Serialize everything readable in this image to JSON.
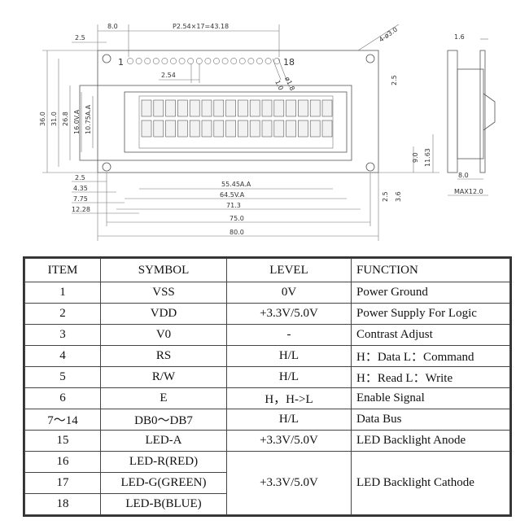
{
  "drawing": {
    "labels": {
      "d_8_0": "8.0",
      "pitch": "P2.54×17=43.18",
      "d_2_5_top": "2.5",
      "pin1": "1",
      "pin18": "18",
      "hole": "4-ø3.0",
      "d_2_54": "2.54",
      "d_1_0": "1.0",
      "d_1_8": "ø1.8",
      "d_2_5_right": "2.5",
      "d_36": "36.0",
      "d_31": "31.0",
      "d_26_8": "26.8",
      "d_16_va": "16.0V.A",
      "d_10_75": "10.75A.A",
      "d_9_0": "9.0",
      "d_11_63": "11.63",
      "b_2_5": "2.5",
      "b_4_35": "4.35",
      "b_7_75": "7.75",
      "b_12_28": "12.28",
      "b_55_45": "55.45A.A",
      "b_64_5": "64.5V.A",
      "b_71_3": "71.3",
      "b_75": "75.0",
      "b_80": "80.0",
      "b_2_5_r": "2.5",
      "b_3_6": "3.6",
      "side_1_6": "1.6",
      "side_8_0": "8.0",
      "side_max": "MAX12.0"
    }
  },
  "table": {
    "headers": [
      "ITEM",
      "SYMBOL",
      "LEVEL",
      "FUNCTION"
    ],
    "rows": [
      {
        "item": "1",
        "symbol": "VSS",
        "level": "0V",
        "function": "Power Ground"
      },
      {
        "item": "2",
        "symbol": "VDD",
        "level": "+3.3V/5.0V",
        "function": "Power Supply For Logic"
      },
      {
        "item": "3",
        "symbol": "V0",
        "level": "-",
        "function": "Contrast Adjust"
      },
      {
        "item": "4",
        "symbol": "RS",
        "level": "H/L",
        "function": "H：Data   L：Command"
      },
      {
        "item": "5",
        "symbol": "R/W",
        "level": "H/L",
        "function": "H：Read   L：Write"
      },
      {
        "item": "6",
        "symbol": "E",
        "level": "H，H->L",
        "function": "Enable Signal"
      },
      {
        "item": "7～14",
        "symbol": "DB0～DB7",
        "level": "H/L",
        "function": "Data Bus"
      },
      {
        "item": "15",
        "symbol": "LED-A",
        "level": "+3.3V/5.0V",
        "function": "LED Backlight Anode"
      }
    ],
    "merged": {
      "level": "+3.3V/5.0V",
      "function": "LED Backlight Cathode",
      "rows": [
        {
          "item": "16",
          "symbol": "LED-R(RED)"
        },
        {
          "item": "17",
          "symbol": "LED-G(GREEN)"
        },
        {
          "item": "18",
          "symbol": "LED-B(BLUE)"
        }
      ]
    }
  }
}
